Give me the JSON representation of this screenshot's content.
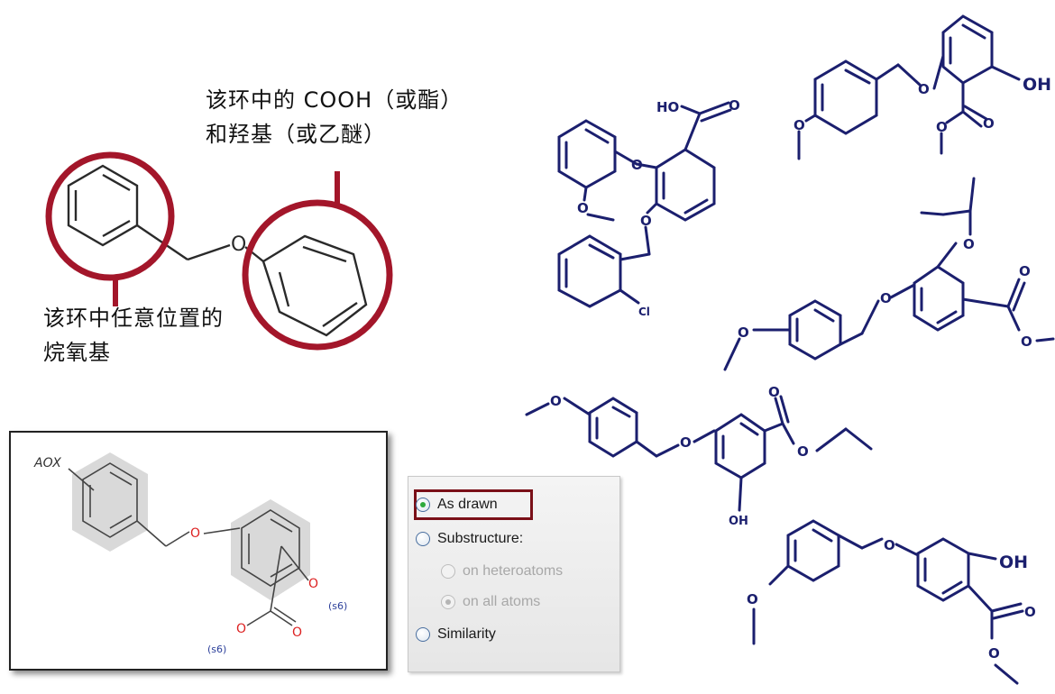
{
  "annotations": {
    "right_ring_line1": "该环中的 COOH（或酯）",
    "right_ring_line2": "和羟基（或乙醚）",
    "left_ring_line1": "该环中任意位置的",
    "left_ring_line2": "烷氧基"
  },
  "template_structure": {
    "oxygen_label": "O"
  },
  "query": {
    "aox_label": "AOX",
    "s6_label_right": "(s6)",
    "s6_label_bottom": "(s6)",
    "o_label_1": "O",
    "o_label_2": "O",
    "o_label_3": "O",
    "o_label_4": "O"
  },
  "options": {
    "as_drawn": "As drawn",
    "substructure": "Substructure:",
    "on_heteroatoms": "on heteroatoms",
    "on_all_atoms": "on all atoms",
    "similarity": "Similarity",
    "selected": "As drawn"
  },
  "results": {
    "mol1": {
      "ho": "HO",
      "o_carbonyl": "O",
      "o_ether1": "O",
      "o_ether2": "O",
      "o_methoxy": "O",
      "cl": "Cl"
    },
    "mol2": {
      "o_ether": "O",
      "oh": "OH",
      "o_carbonyl": "O",
      "o_ester": "O",
      "o_methoxy": "O"
    },
    "mol3": {
      "o_isopropoxy": "O",
      "o_ether": "O",
      "o_carbonyl": "O",
      "o_ester": "O",
      "o_methoxy": "O"
    },
    "mol4": {
      "o_methoxy": "O",
      "o_ether": "O",
      "o_carbonyl": "O",
      "o_ester": "O",
      "oh": "OH"
    },
    "mol5": {
      "o_methoxy": "O",
      "o_ether": "O",
      "oh": "OH",
      "o_carbonyl": "O",
      "o_ester": "O"
    }
  },
  "colors": {
    "highlight_circle": "#a3162a",
    "result_molecule": "#1b1f6e",
    "panel_selection": "#7a1018",
    "radio_checked": "#2eaa3c"
  }
}
